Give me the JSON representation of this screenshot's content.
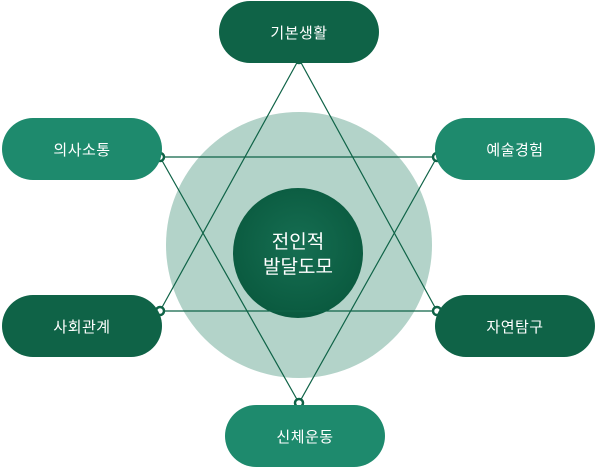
{
  "center": {
    "line1": "전인적",
    "line2": "발달도모"
  },
  "nodes": {
    "top": "기본생활",
    "left_upper": "의사소통",
    "right_upper": "예술경험",
    "left_lower": "사회관계",
    "right_lower": "자연탐구",
    "bottom": "신체운동"
  },
  "colors": {
    "dark_green": "#0f6347",
    "mid_green": "#1e8a6d",
    "circle_light": "#b3d3c9",
    "line": "#0f6347"
  }
}
